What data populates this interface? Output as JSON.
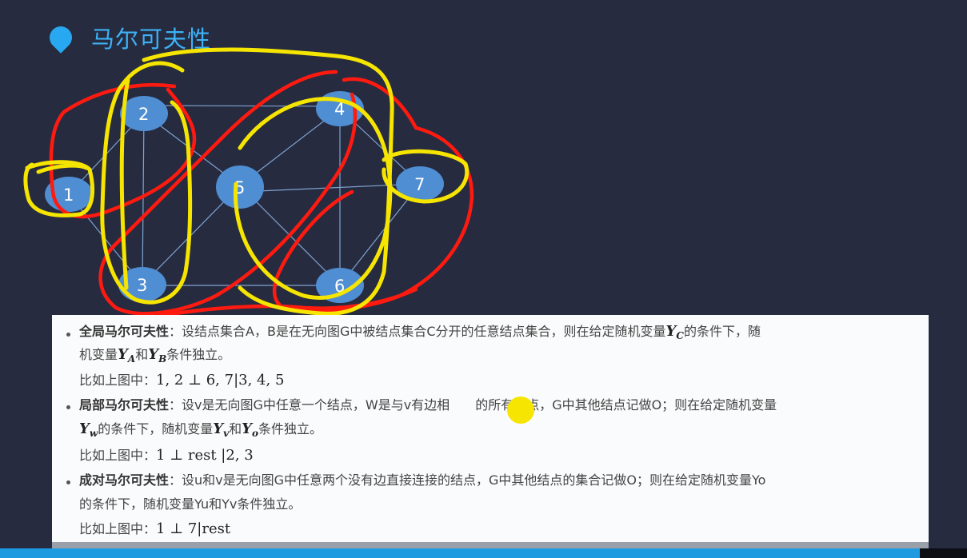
{
  "header": {
    "title": "马尔可夫性"
  },
  "graph": {
    "nodes": [
      {
        "id": "1",
        "label": "1"
      },
      {
        "id": "2",
        "label": "2"
      },
      {
        "id": "3",
        "label": "3"
      },
      {
        "id": "4",
        "label": "4"
      },
      {
        "id": "5",
        "label": "5"
      },
      {
        "id": "6",
        "label": "6"
      },
      {
        "id": "7",
        "label": "7"
      }
    ],
    "edges": [
      [
        "1",
        "2"
      ],
      [
        "1",
        "3"
      ],
      [
        "2",
        "3"
      ],
      [
        "2",
        "4"
      ],
      [
        "2",
        "5"
      ],
      [
        "3",
        "5"
      ],
      [
        "3",
        "6"
      ],
      [
        "4",
        "5"
      ],
      [
        "4",
        "6"
      ],
      [
        "5",
        "6"
      ],
      [
        "5",
        "7"
      ],
      [
        "6",
        "7"
      ],
      [
        "4",
        "7"
      ]
    ],
    "colors": {
      "node": "#4f8ed3",
      "edge": "#7fa3cf",
      "red_marker": "#ff1a10",
      "yellow_marker": "#f6e500"
    }
  },
  "definitions": {
    "global": {
      "name": "全局马尔可夫性",
      "text1": "：设结点集合A，B是在无向图G中被结点集合C分开的任意结点集合，则在给定随机变量",
      "var_c": "Y",
      "sub_c": "C",
      "text2": "的条件下，随",
      "text3": "机变量",
      "var_a": "Y",
      "sub_a": "A",
      "and": "和",
      "var_b": "Y",
      "sub_b": "B",
      "text4": "条件独立。",
      "example_prefix": "比如上图中：",
      "example": "1, 2 ⊥ 6, 7|3, 4, 5"
    },
    "local": {
      "name": "局部马尔可夫性",
      "text1": "：设v是无向图G中任意一个结点，W是与v有边相",
      "text1b": "的所有结点，G中其他结点记做O；则在给定随机变量",
      "var_w": "Y",
      "sub_w": "w",
      "text2": "的条件下，随机变量",
      "var_v": "Y",
      "sub_v": "v",
      "and": "和",
      "var_o": "Y",
      "sub_o": "o",
      "text3": "条件独立。",
      "example_prefix": "比如上图中：",
      "example": "1 ⊥ rest |2, 3"
    },
    "pairwise": {
      "name": "成对马尔可夫性",
      "text1": "：设u和v是无向图G中任意两个没有边直接连接的结点，G中其他结点的集合记做O；则在给定随机变量Yo",
      "text2": "的条件下，随机变量Yu和Yv条件独立。",
      "example_prefix": "比如上图中：",
      "example": "1 ⊥ 7|rest"
    }
  }
}
